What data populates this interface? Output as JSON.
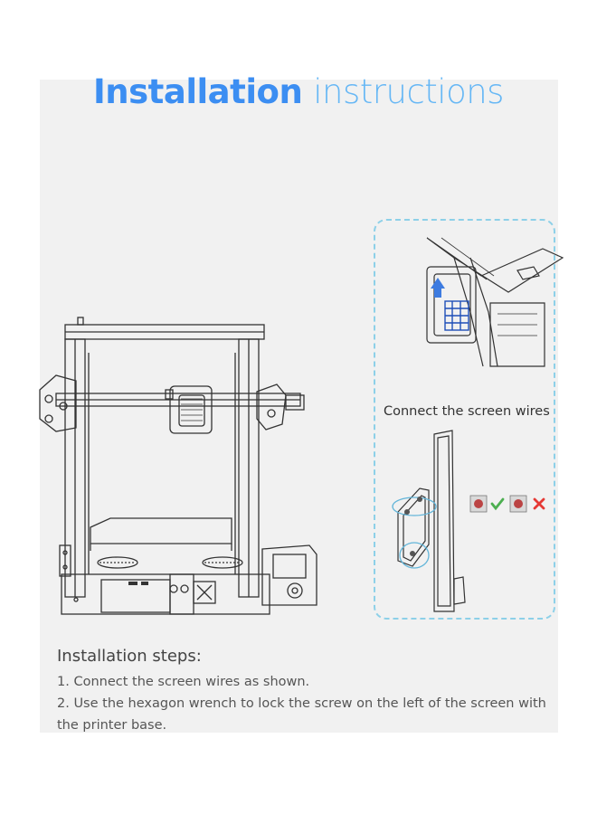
{
  "title": {
    "bold": "Installation",
    "light": "instructions"
  },
  "figure": {
    "caption": "Connect the screen wires"
  },
  "steps": {
    "heading": "Installation steps:",
    "items": [
      "1. Connect the screen wires as shown.",
      "2. Use the hexagon wrench to lock the screw on the left of the screen with the printer base."
    ]
  },
  "colors": {
    "title_bold": "#3c8ef2",
    "title_light": "#66b7f5",
    "dashed_border": "#8dd0e8",
    "check": "#4caf50",
    "cross": "#e53935"
  },
  "icons": [
    "printer-illustration",
    "connector-detail",
    "screen-side-detail",
    "check-icon",
    "cross-icon",
    "up-arrow-icon"
  ]
}
